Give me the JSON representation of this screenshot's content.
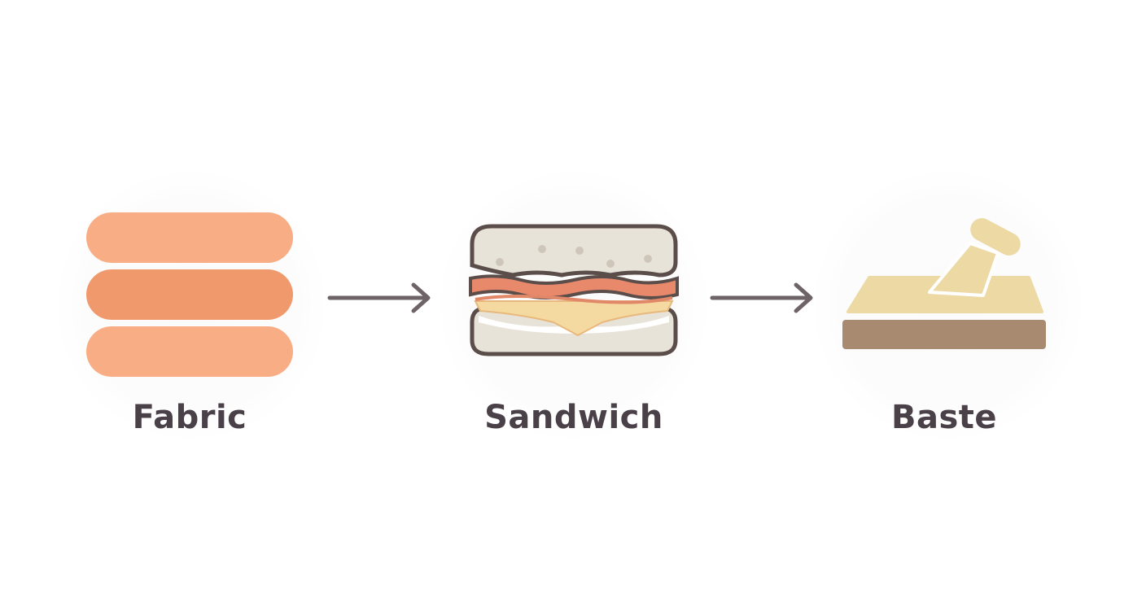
{
  "steps": [
    {
      "label": "Fabric",
      "icon": "fabric-layers-icon"
    },
    {
      "label": "Sandwich",
      "icon": "quilt-sandwich-icon"
    },
    {
      "label": "Baste",
      "icon": "baste-board-icon"
    }
  ],
  "colors": {
    "text": "#4a4048",
    "arrow": "#6e6468",
    "fabric_light": "#f9ad84",
    "fabric_dark": "#f0996c",
    "bread": "#e8e3d8",
    "outline": "#5b4d4a",
    "filling_red": "#e8896c",
    "filling_yellow": "#f4d9a0",
    "board_top": "#ecd9a4",
    "board_side": "#a88a70"
  }
}
